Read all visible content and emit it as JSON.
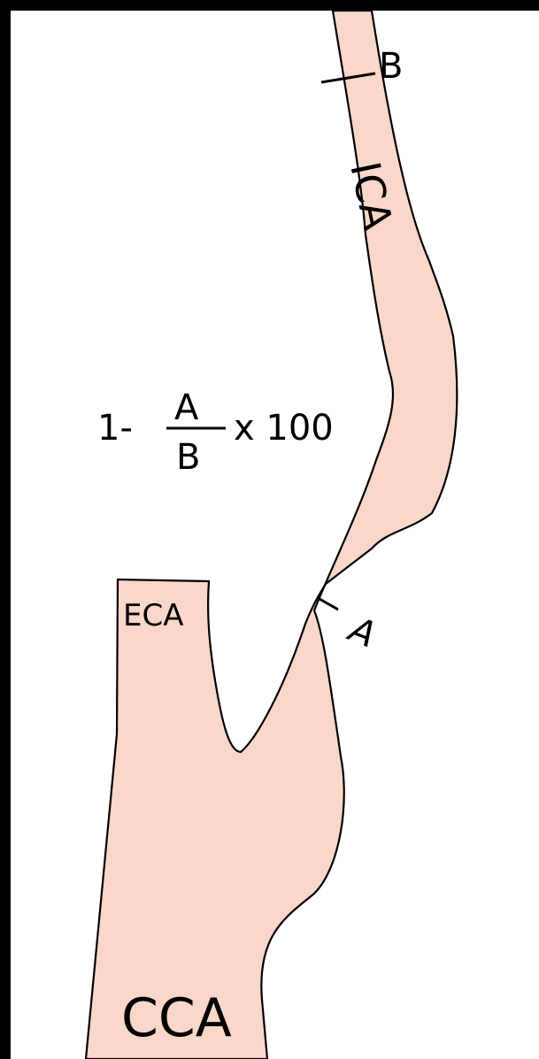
{
  "diagram": {
    "labels": {
      "b": "B",
      "ica": "ICA",
      "eca": "ECA",
      "a": "A",
      "cca": "CCA"
    },
    "formula": {
      "prefix": "1-",
      "numerator": "A",
      "denominator": "B",
      "suffix": "x 100"
    },
    "colors": {
      "frame": "#000000",
      "background": "#ffffff",
      "vessel_fill": "#f9d7c9",
      "outline": "#000000"
    }
  }
}
